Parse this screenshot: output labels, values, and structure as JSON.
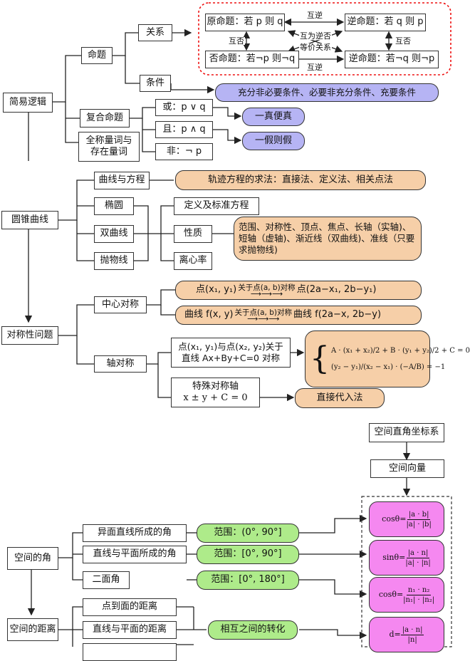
{
  "logic": {
    "root": "简易逻辑",
    "mingti": "命题",
    "guanxi": "关系",
    "tiaojian": "条件",
    "fuhe": "复合命题",
    "quancheng": "全称量词与\n存在量词",
    "yuan": "原命题：若 p 则 q",
    "ni": "逆命题：若 q 则 p",
    "fou": "否命题：若¬p 则¬q",
    "nifou": "逆命题：若¬q 则¬p",
    "huni_top": "互逆",
    "huni_bottom": "互逆",
    "hufou_left": "互否",
    "hufou_right": "互否",
    "weini": "互为逆否",
    "dengjia": "等价关系",
    "condition_result": "充分非必要条件、必要非充分条件、充要条件",
    "huo": "或：p ∨ q",
    "qie": "且：p ∧ q",
    "fei": "非：¬ p",
    "yizhen": "一真便真",
    "yijia": "一假则假"
  },
  "conic": {
    "root": "圆锥曲线",
    "quxian": "曲线与方程",
    "guiji": "轨迹方程的求法：直接法、定义法、相关点法",
    "tuoyuan": "椭圆",
    "shuangqu": "双曲线",
    "paowu": "抛物线",
    "dingyi": "定义及标准方程",
    "xingzhi": "性质",
    "lixin": "离心率",
    "xingzhi_detail": "范围、对称性、顶点、焦点、长轴（实轴)、短轴（虚轴)、渐近线（双曲线)、准线（只要求抛物线)"
  },
  "symmetry": {
    "root": "对称性问题",
    "zhongxin": "中心对称",
    "zhou": "轴对称",
    "point_pre": "点(x₁, y₁)",
    "point_arrow": "关于点(a, b)对称",
    "point_post": "点(2a−x₁, 2b−y₁)",
    "curve_pre": "曲线 f(x, y)",
    "curve_arrow": "关于点(a, b)对称",
    "curve_post": "曲线 f(2a−x, 2b−y)",
    "axis_line1": "点(x₁, y₁)与点(x₂, y₂)关于",
    "axis_line2": "直线 Ax+By+C=0 对称",
    "eq1": "A · (x₁ + x₂)/2 + B · (y₁ + y₂)/2 + C = 0",
    "eq2": "(y₂ − y₁)/(x₂ − x₁) · (−A/B) = −1",
    "special_line1": "特殊对称轴",
    "special_line2": "x ± y + C = 0",
    "zhijie": "直接代入法"
  },
  "space": {
    "zuobiao": "空间直角坐标系",
    "xiangliang": "空间向量",
    "jiao": "空间的角",
    "yimian": "异面直线所成的角",
    "xianmian": "直线与平面所成的角",
    "ermian": "二面角",
    "range1": "范围：(0°, 90°]",
    "range2": "范围：[0°, 90°]",
    "range3": "范围：[0°, 180°]",
    "juli": "空间的距离",
    "dianmian": "点到面的距离",
    "xianmian_dist": "直线与平面的距离",
    "zhuanhua": "相互之间的转化",
    "f1_lhs": "cosθ=",
    "f1_num": "|a · b|",
    "f1_den": "|a| · |b|",
    "f2_lhs": "sinθ=",
    "f2_num": "|a · n|",
    "f2_den": "|a| · |n|",
    "f3_lhs": "cosθ=",
    "f3_num": "n₁ · n₂",
    "f3_den": "|n₁| · |n₂|",
    "f4_lhs": "d=",
    "f4_num": "|a · n|",
    "f4_den": "|n|"
  }
}
